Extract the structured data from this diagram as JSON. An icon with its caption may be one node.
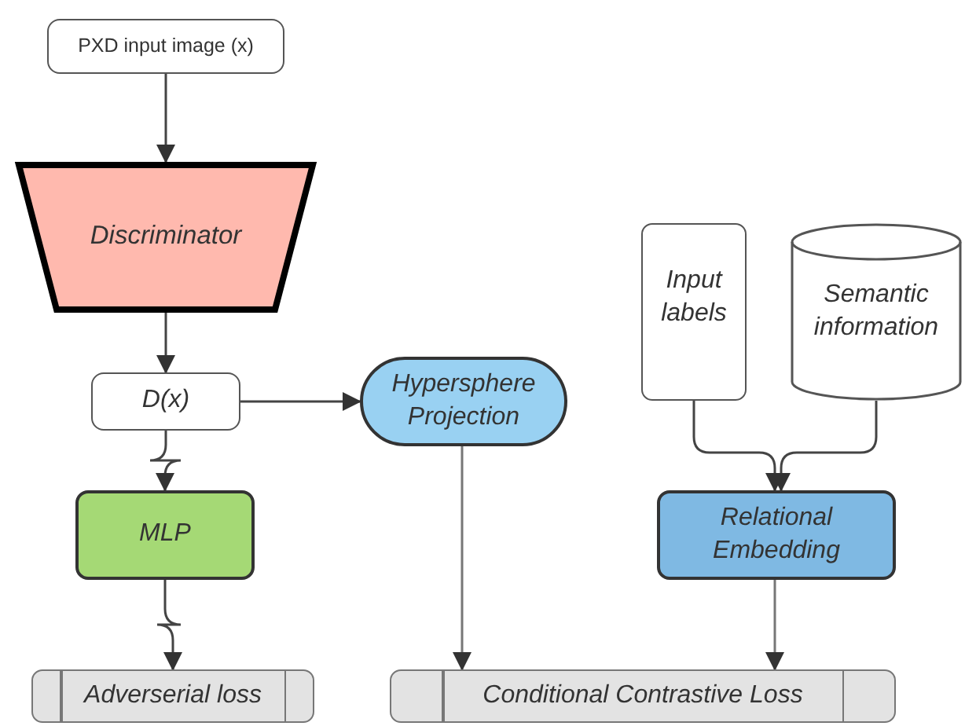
{
  "diagram": {
    "nodes": [
      {
        "text": [
          "PXD input image (x)"
        ]
      },
      {
        "text": [
          "Discriminator"
        ]
      },
      {
        "text": [
          "D(x)"
        ]
      },
      {
        "text": [
          "Hypersphere Projection"
        ]
      },
      {
        "text": [
          "Input labels"
        ]
      },
      {
        "text": [
          "Semantic information"
        ]
      },
      {
        "text": [
          "MLP"
        ]
      },
      {
        "text": [
          "Relational Embedding"
        ]
      },
      {
        "text": [
          "Adverserial loss"
        ]
      },
      {
        "text": [
          "Conditional Contrastive Loss"
        ]
      }
    ],
    "edges": [
      {
        "from": 0,
        "to": 1,
        "arrow": "to"
      },
      {
        "from": 1,
        "to": 2,
        "arrow": "to"
      },
      {
        "from": 2,
        "to": 3,
        "arrow": "to"
      },
      {
        "from": 2,
        "to": 6,
        "arrow": "to"
      },
      {
        "from": 6,
        "to": 8,
        "arrow": "to"
      },
      {
        "from": 3,
        "to": 9,
        "arrow": "to"
      },
      {
        "from": 4,
        "to": 7,
        "arrow": "to"
      },
      {
        "from": 5,
        "to": 7,
        "arrow": "to"
      },
      {
        "from": 7,
        "to": 9,
        "arrow": "to"
      }
    ]
  }
}
